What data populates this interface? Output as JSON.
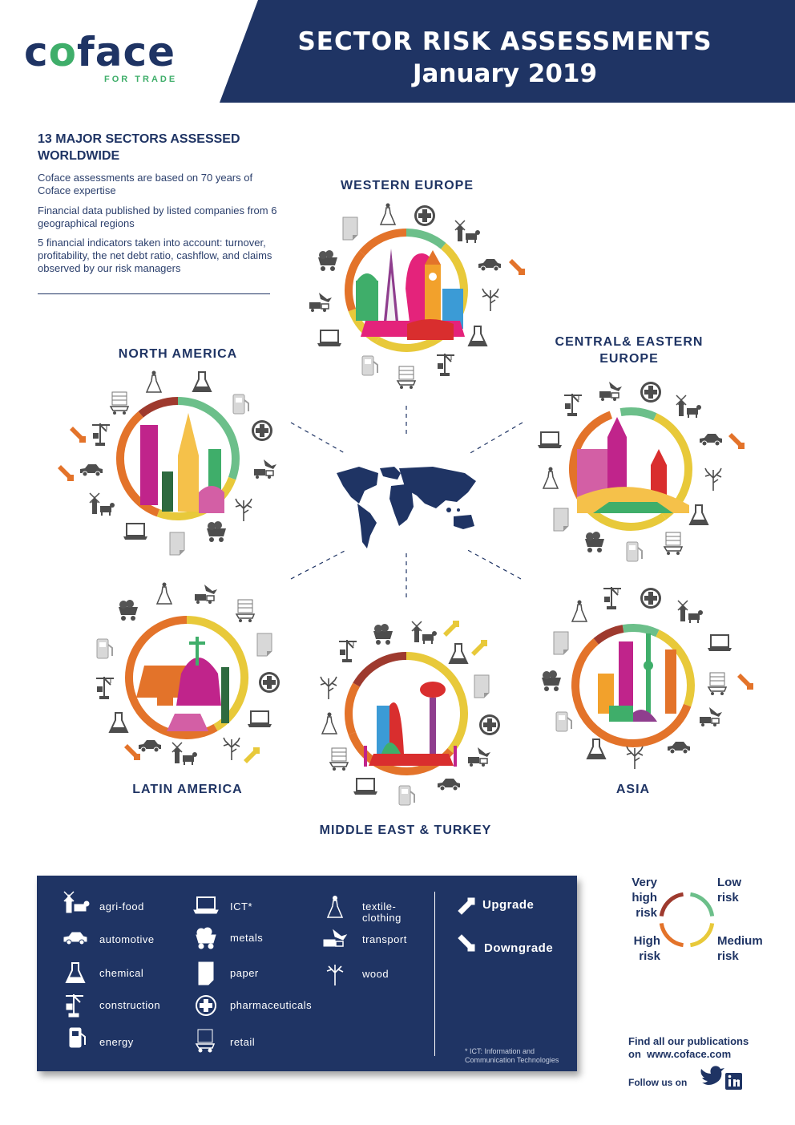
{
  "header": {
    "logo_text": "coface",
    "logo_tagline": "FOR TRADE",
    "title_line1": "SECTOR RISK ASSESSMENTS",
    "title_line2": "January 2019"
  },
  "intro": {
    "heading": "13 MAJOR SECTORS ASSESSED WORLDWIDE",
    "p1": "Coface assessments are based on 70 years of Coface expertise",
    "p2": "Financial data published by listed companies from 6 geographical regions",
    "p3": "5 financial indicators taken into account: turnover, profitability, the net debt ratio, cashflow, and claims observed by our risk managers"
  },
  "regions": {
    "western_europe": "WESTERN EUROPE",
    "north_america": "NORTH AMERICA",
    "cee_line1": "CENTRAL& EASTERN",
    "cee_line2": "EUROPE",
    "latin_america": "LATIN AMERICA",
    "asia": "ASIA",
    "mena": "MIDDLE EAST & TURKEY"
  },
  "legend": {
    "sectors": [
      {
        "label": "agri-food",
        "icon": "windmill-cow-icon"
      },
      {
        "label": "automotive",
        "icon": "car-icon"
      },
      {
        "label": "chemical",
        "icon": "flask-icon"
      },
      {
        "label": "construction",
        "icon": "crane-icon"
      },
      {
        "label": "energy",
        "icon": "fuel-pump-icon"
      },
      {
        "label": "ICT*",
        "icon": "laptop-icon"
      },
      {
        "label": "metals",
        "icon": "mine-cart-icon"
      },
      {
        "label": "paper",
        "icon": "paper-sheet-icon"
      },
      {
        "label": "pharmaceuticals",
        "icon": "medical-cross-icon"
      },
      {
        "label": "retail",
        "icon": "shopping-cart-icon"
      },
      {
        "label": "textile-\nclothing",
        "icon": "dress-icon"
      },
      {
        "label": "transport",
        "icon": "plane-truck-icon"
      },
      {
        "label": "wood",
        "icon": "tree-icon"
      }
    ],
    "upgrade": "Upgrade",
    "downgrade": "Downgrade",
    "footnote": "* ICT: Information and Communication Technologies"
  },
  "risk_scale": {
    "very_high": "Very\nhigh risk",
    "low": "Low\nrisk",
    "high": "High\nrisk",
    "medium": "Medium\nrisk"
  },
  "footer": {
    "publications": "Find all our publications",
    "url_prefix": "on",
    "url": "www.coface.com",
    "follow": "Follow us on"
  },
  "colors": {
    "navy": "#1f3464",
    "very_high": "#9e3a2e",
    "high": "#e3732a",
    "medium": "#e8c93a",
    "low": "#6cbf8a",
    "icon_gray": "#4d4d4d",
    "upgrade_arrow": "#e8c93a",
    "downgrade_arrow": "#e3732a"
  }
}
